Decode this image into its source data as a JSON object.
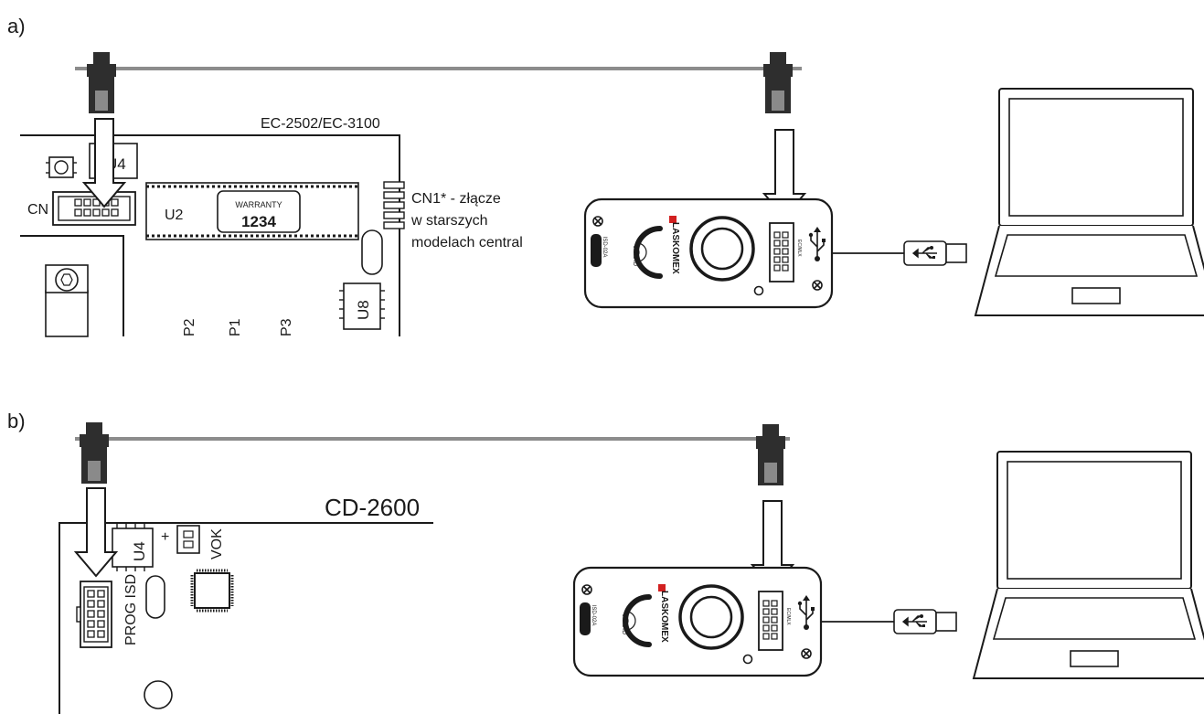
{
  "panel_a": {
    "label": "a)",
    "board_name": "EC-2502/EC-3100",
    "connector_label": "CN",
    "chip_u4": "U4",
    "chip_u2": "U2",
    "chip_u8": "U8",
    "warranty_title": "WARRANTY",
    "warranty_number": "1234",
    "cn1_note_line1": "CN1* - złącze",
    "cn1_note_line2": "w starszych",
    "cn1_note_line3": "modelach central",
    "p1": "P1",
    "p2": "P2",
    "p3": "P3"
  },
  "panel_b": {
    "label": "b)",
    "board_name": "CD-2600",
    "chip_u4": "U4",
    "plus_sign": "+",
    "vok_label": "VOK",
    "prog_label": "PROG ISD"
  },
  "device": {
    "model": "ISD-02A",
    "brand": "LASKOMEX",
    "rfid": "RFID",
    "port_label": "EC/MLX"
  },
  "colors": {
    "ink": "#1a1a1a",
    "connector_dark": "#2e2e2e",
    "connector_light": "#8a8a8a"
  }
}
